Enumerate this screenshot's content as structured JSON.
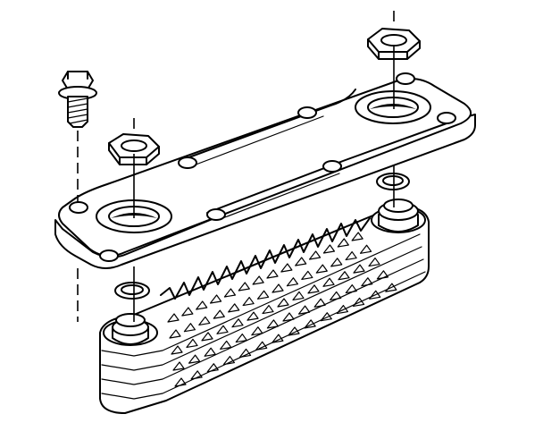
{
  "figure": {
    "parts": [
      "hex-nut",
      "flange-bolt",
      "mounting-plate",
      "o-ring-seal",
      "finned-cooler-core"
    ]
  }
}
